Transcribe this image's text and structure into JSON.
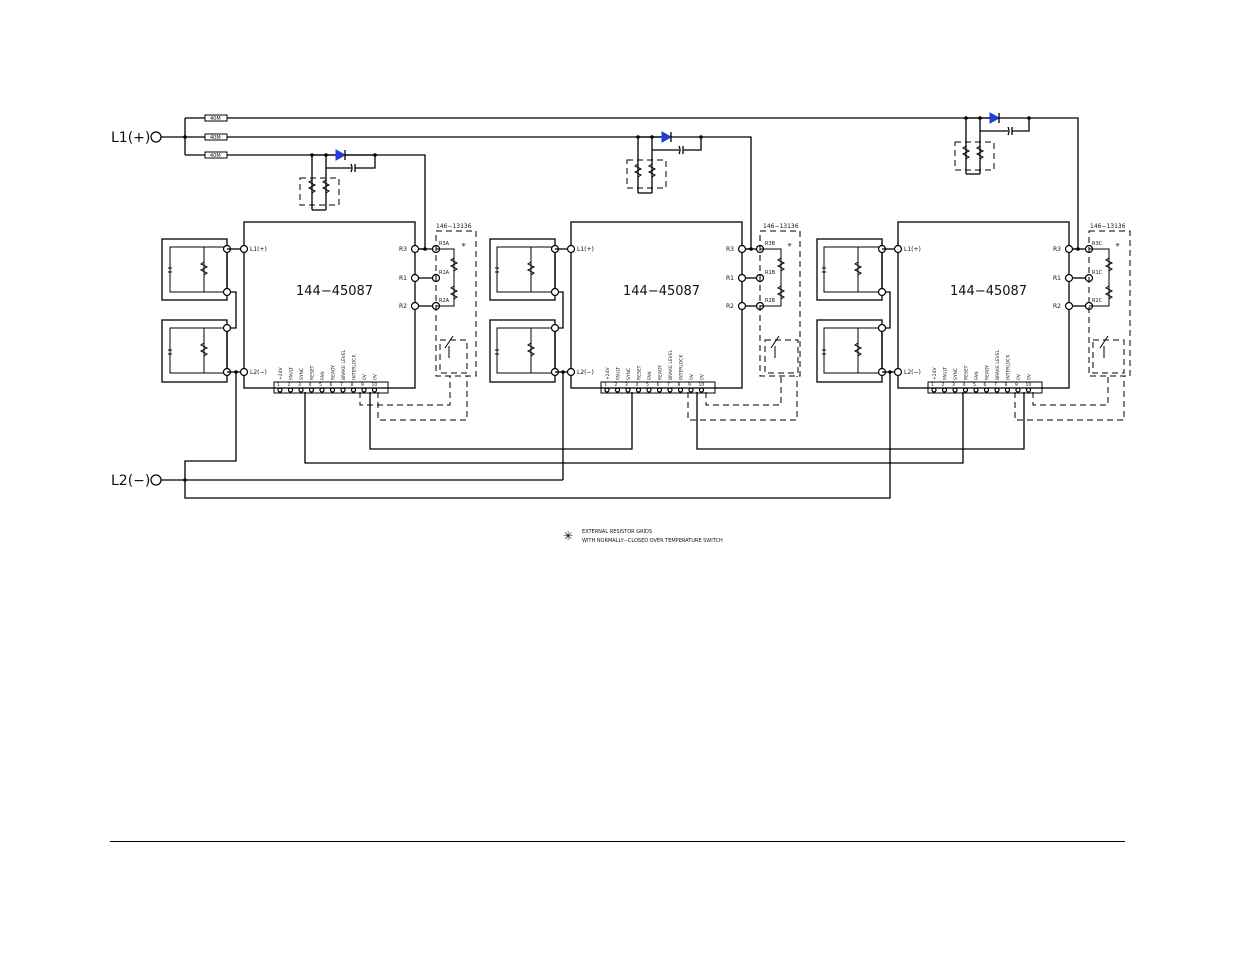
{
  "lines": {
    "l1": "L1(+)",
    "l2": "L2(−)"
  },
  "resistor_tag": "40M",
  "modules": [
    {
      "part": "144−45087",
      "ext_grid": "146−13136",
      "r3": "R3A",
      "r1": "R1A",
      "r2": "R2A"
    },
    {
      "part": "144−45087",
      "ext_grid": "146−13136",
      "r3": "R3B",
      "r1": "R1B",
      "r2": "R2B"
    },
    {
      "part": "144−45087",
      "ext_grid": "146−13136",
      "r3": "R3C",
      "r1": "R1C",
      "r2": "R2C"
    }
  ],
  "module_terminals": {
    "l1": "L1(+)",
    "l2": "L2(−)",
    "r3": "R3",
    "r1": "R1",
    "r2": "R2"
  },
  "connector_pins": [
    "+24V",
    "FAULT",
    "SYNC",
    "RESET",
    "FAN",
    "READY",
    "BRAKE LEVEL",
    "INTERLOCK",
    "0V",
    "0V"
  ],
  "note": {
    "symbol": "✳",
    "line1": "EXTERNAL RESISTOR GRIDS",
    "line2": "WITH NORMALLY−CLOSED OVER TEMPERATURE SWITCH"
  },
  "colors": {
    "diode": "#1f3fd6",
    "wire": "#000000"
  }
}
